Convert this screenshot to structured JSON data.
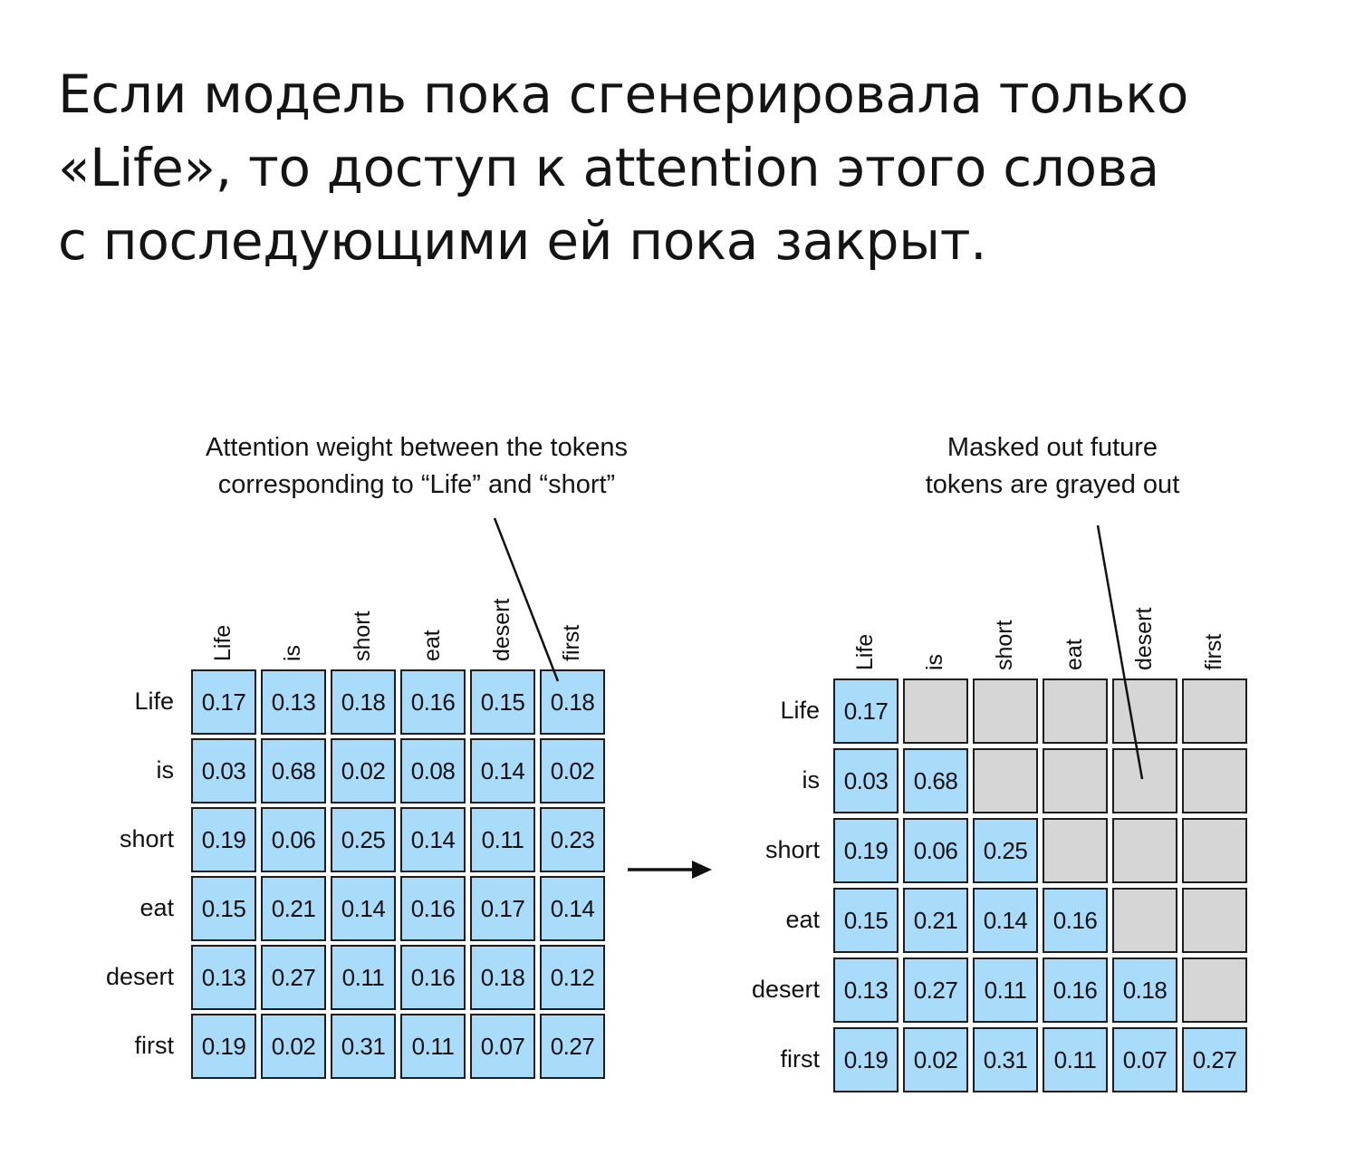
{
  "heading": {
    "lines": [
      "Если модель пока сгенерировала только",
      "«Life», то доступ к attention этого слова",
      "с последующими ей пока закрыт."
    ]
  },
  "left_panel": {
    "caption": [
      "Attention weight between the tokens",
      "corresponding to “Life” and “short”"
    ]
  },
  "right_panel": {
    "caption": [
      "Masked out future",
      "tokens are grayed out"
    ]
  },
  "tokens": [
    "Life",
    "is",
    "short",
    "eat",
    "desert",
    "first"
  ],
  "matrix": [
    [
      "0.17",
      "0.13",
      "0.18",
      "0.16",
      "0.15",
      "0.18"
    ],
    [
      "0.03",
      "0.68",
      "0.02",
      "0.08",
      "0.14",
      "0.02"
    ],
    [
      "0.19",
      "0.06",
      "0.25",
      "0.14",
      "0.11",
      "0.23"
    ],
    [
      "0.15",
      "0.21",
      "0.14",
      "0.16",
      "0.17",
      "0.14"
    ],
    [
      "0.13",
      "0.27",
      "0.11",
      "0.16",
      "0.18",
      "0.12"
    ],
    [
      "0.19",
      "0.02",
      "0.31",
      "0.11",
      "0.07",
      "0.27"
    ]
  ],
  "colors": {
    "cell_fill": "#a9dcfb",
    "masked_fill": "#d6d6d6",
    "border": "#1d1d1d"
  }
}
